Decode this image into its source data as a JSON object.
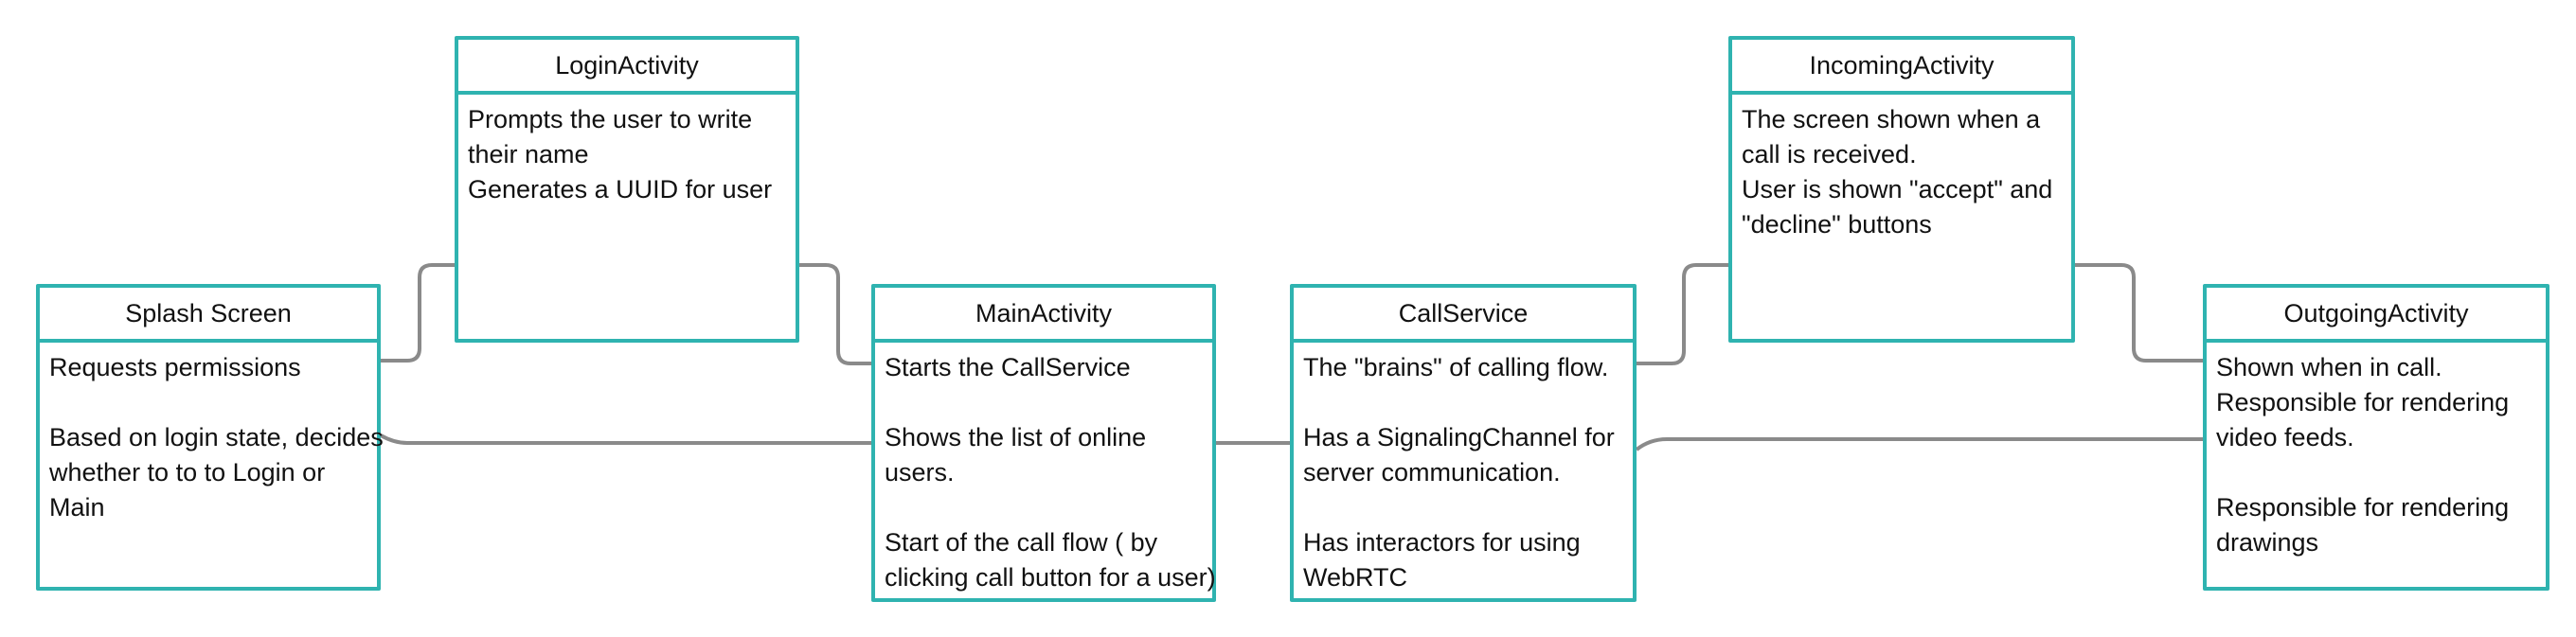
{
  "colors": {
    "box_border": "#2fb3b0",
    "connector": "#8a8a8a",
    "text": "#111111",
    "background": "#ffffff"
  },
  "nodes": {
    "splash": {
      "title": "Splash Screen",
      "lines": [
        "Requests permissions",
        "",
        "Based on login state, decides",
        "whether to to to Login or",
        "Main"
      ]
    },
    "login": {
      "title": "LoginActivity",
      "lines": [
        "Prompts the user to write",
        "their name",
        "Generates a UUID for user"
      ]
    },
    "main": {
      "title": "MainActivity",
      "lines": [
        "Starts the CallService",
        "",
        "Shows the list of online",
        "users.",
        "",
        "Start of the call flow ( by",
        "clicking call button for a user)"
      ]
    },
    "callservice": {
      "title": "CallService",
      "lines": [
        "The \"brains\" of calling flow.",
        "",
        "Has a SignalingChannel for",
        "server communication.",
        "",
        "Has interactors for using",
        "WebRTC"
      ]
    },
    "incoming": {
      "title": "IncomingActivity",
      "lines": [
        "The screen shown when a",
        "call is received.",
        "User is shown \"accept\" and",
        "\"decline\" buttons"
      ]
    },
    "outgoing": {
      "title": "OutgoingActivity",
      "lines": [
        "Shown when in call.",
        "Responsible for rendering",
        "video feeds.",
        "",
        "Responsible for rendering",
        "drawings"
      ]
    }
  }
}
